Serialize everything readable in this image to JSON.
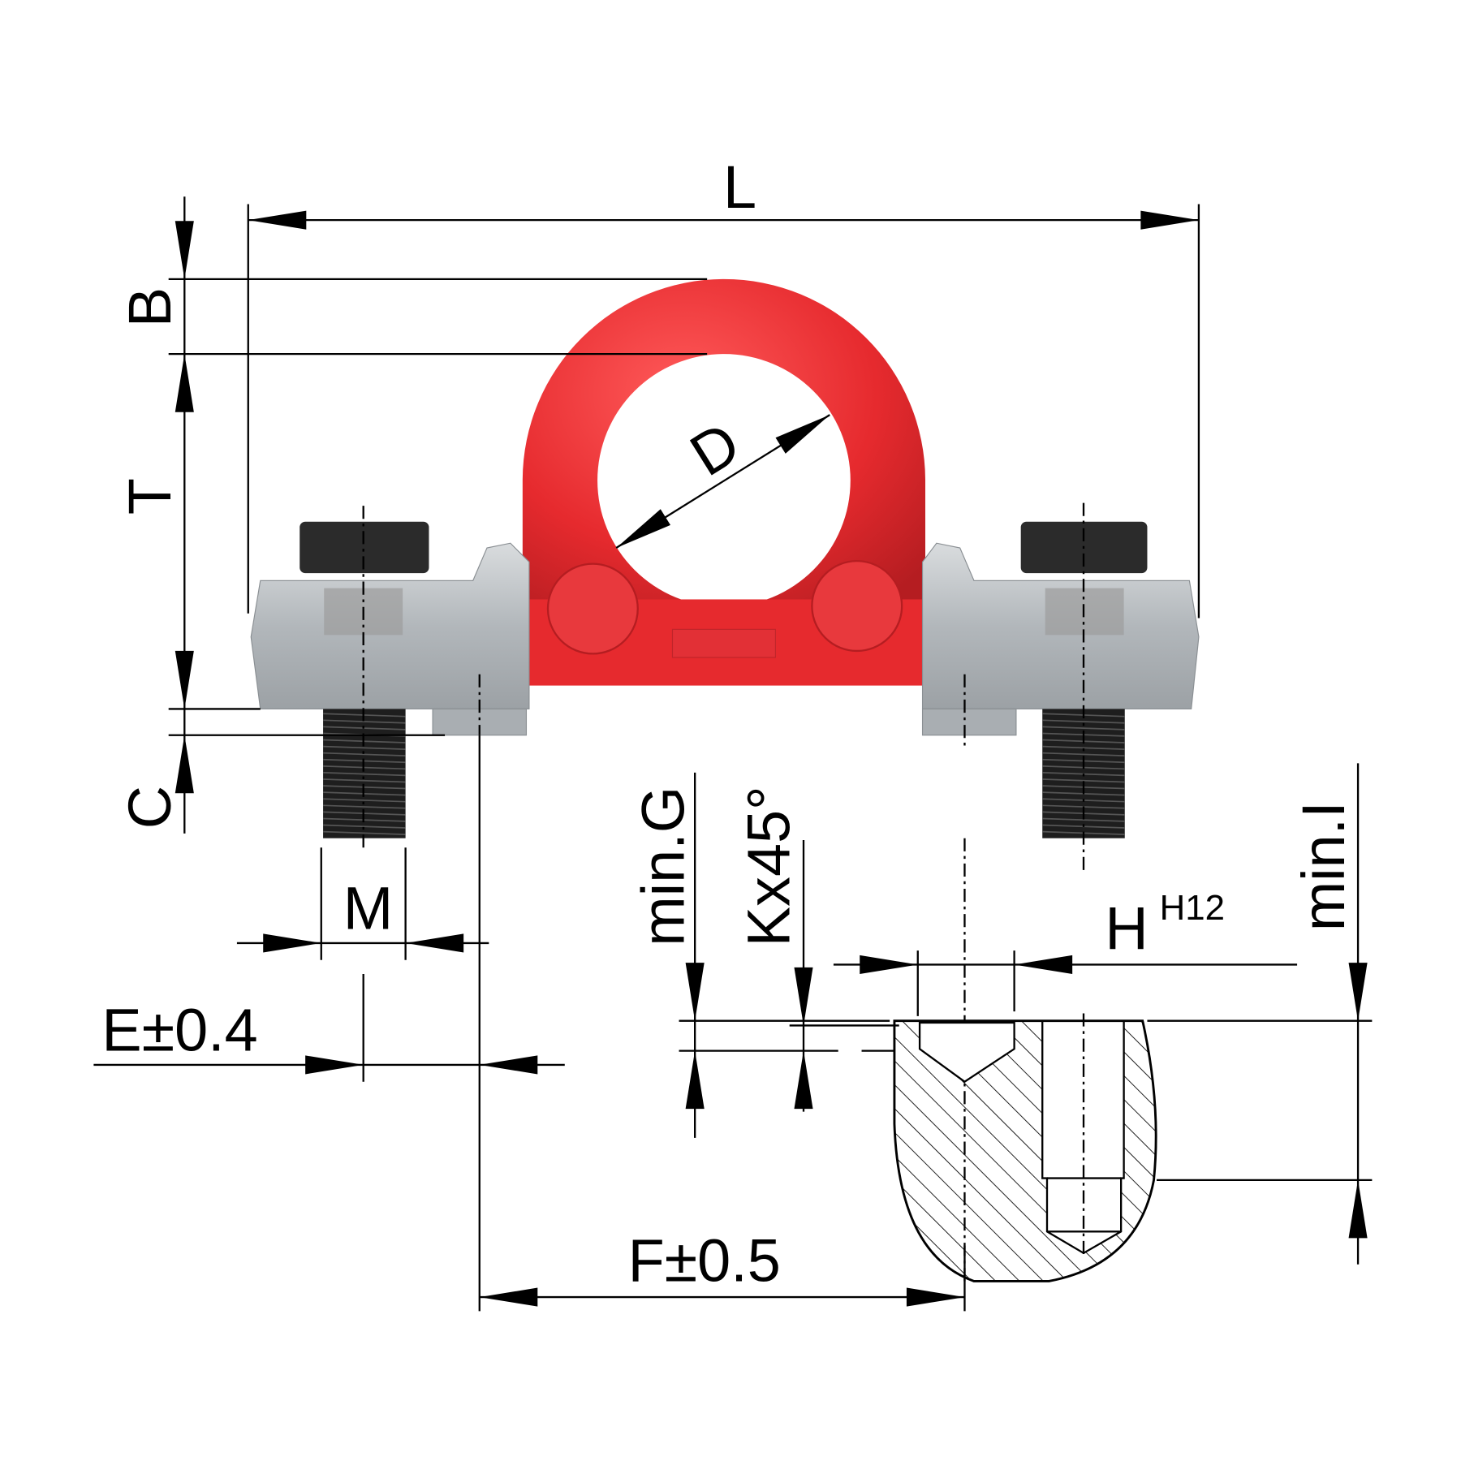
{
  "labels": {
    "L": "L",
    "B": "B",
    "T": "T",
    "C": "C",
    "D": "D",
    "M": "M",
    "E": "E±0.4",
    "F": "F±0.5",
    "G": "min.G",
    "K": "Kx45°",
    "H": "H",
    "H_tol": "H12",
    "I": "min.I"
  },
  "colors": {
    "ring": "#e62a2e",
    "ring_dark": "#b31b1f",
    "body": "#aeb3b7",
    "bolt": "#2b2b2b"
  }
}
